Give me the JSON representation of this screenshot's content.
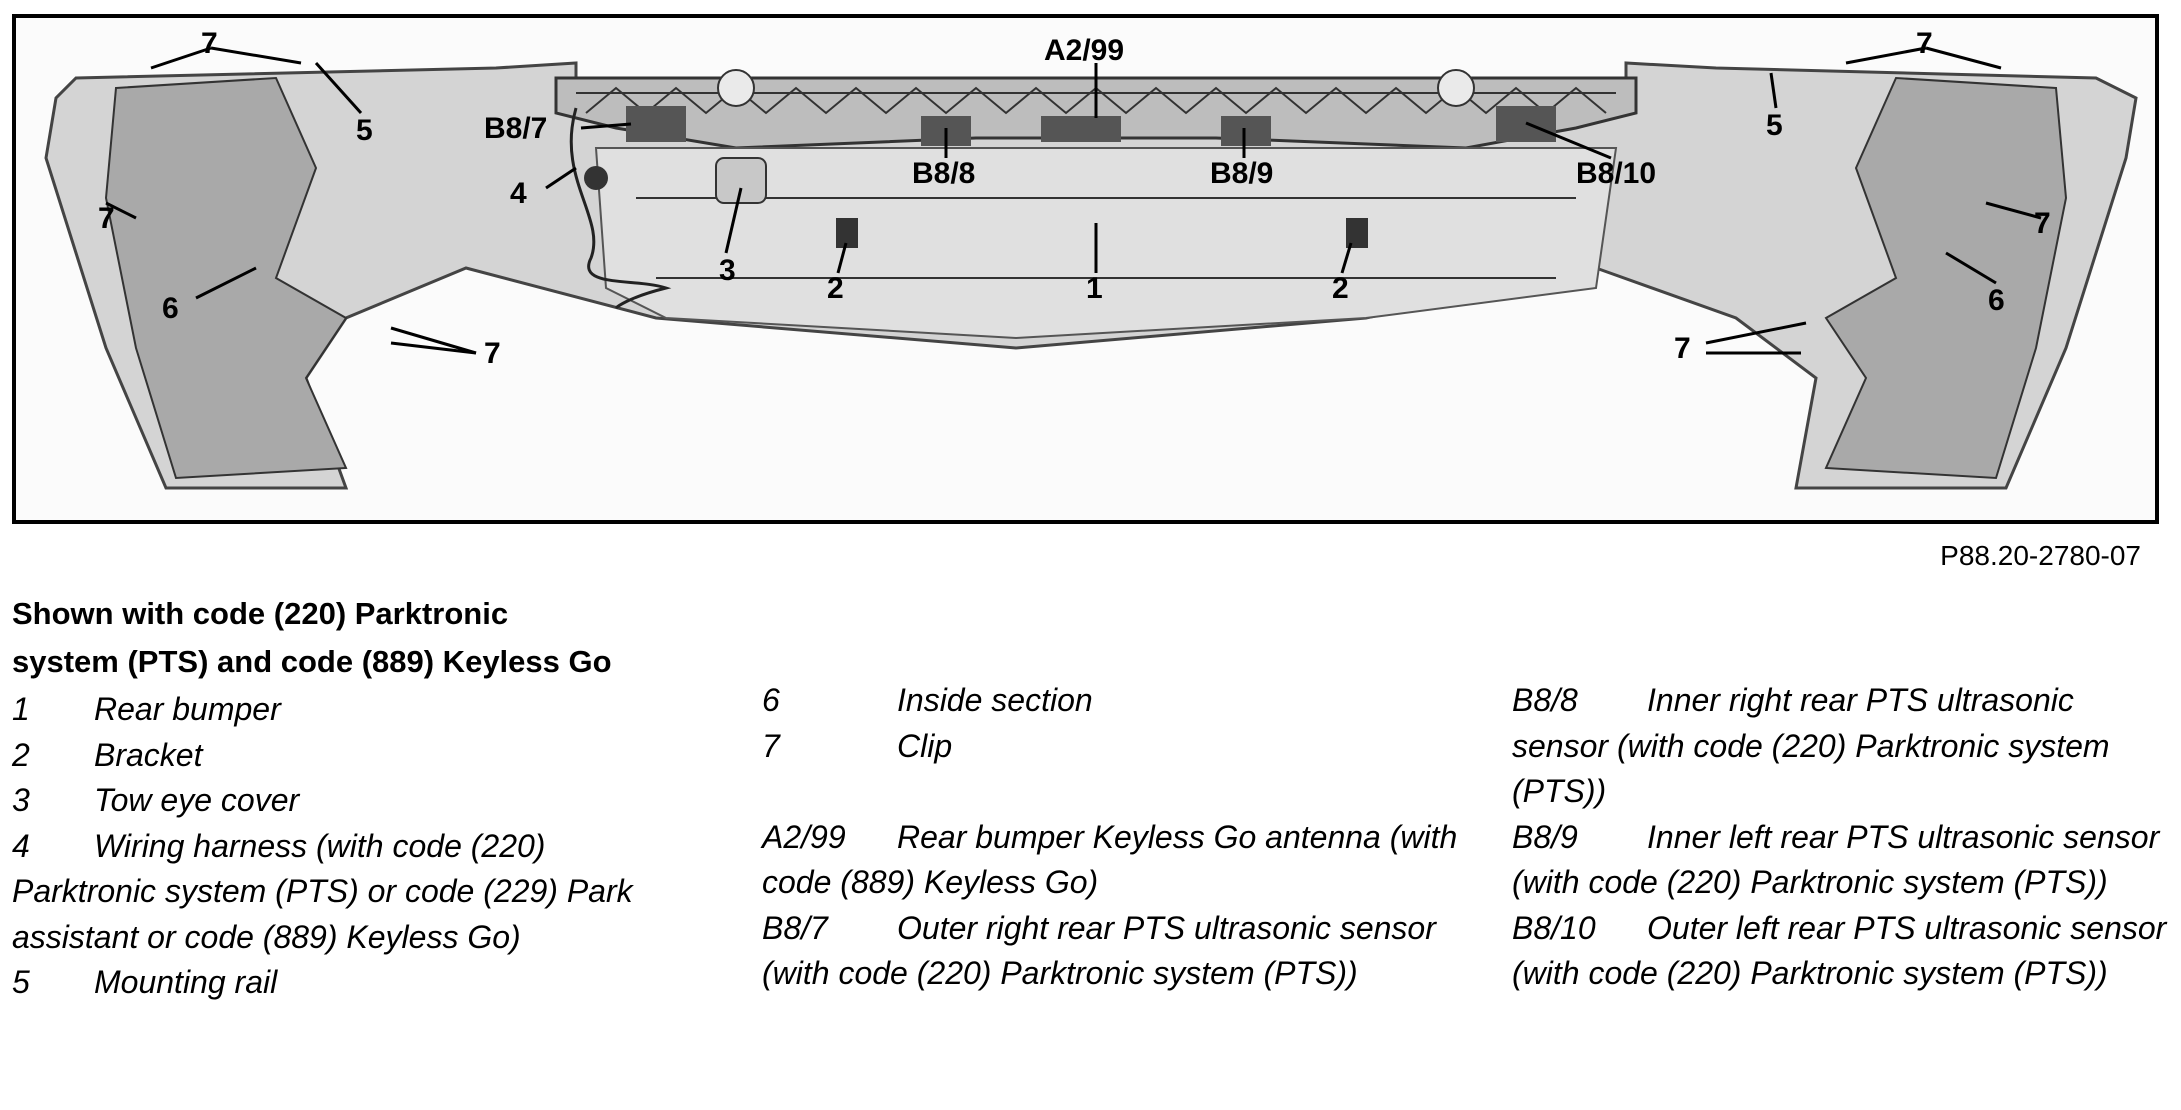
{
  "figure": {
    "figure_code": "P88.20-2780-07",
    "callouts": {
      "c1": "1",
      "c2a": "2",
      "c2b": "2",
      "c3": "3",
      "c4": "4",
      "c5a": "5",
      "c5b": "5",
      "c6a": "6",
      "c6b": "6",
      "c7a": "7",
      "c7b": "7",
      "c7c": "7",
      "c7d": "7",
      "c7e": "7",
      "c7f": "7",
      "a299": "A2/99",
      "b87": "B8/7",
      "b88": "B8/8",
      "b89": "B8/9",
      "b810": "B8/10"
    }
  },
  "legend": {
    "heading": "Shown with code (220) Parktronic system (PTS) and code (889) Keyless Go",
    "items": [
      {
        "code": "1",
        "text": "Rear bumper"
      },
      {
        "code": "2",
        "text": "Bracket"
      },
      {
        "code": "3",
        "text": "Tow eye cover"
      },
      {
        "code": "4",
        "text": "Wiring harness (with code (220) Parktronic system (PTS) or code (229) Park assistant or code (889) Keyless Go)"
      },
      {
        "code": "5",
        "text": "Mounting rail"
      },
      {
        "code": "6",
        "text": "Inside section"
      },
      {
        "code": "7",
        "text": "Clip"
      },
      {
        "code": "A2/99",
        "text": "Rear bumper Keyless Go antenna (with code (889) Keyless Go)"
      },
      {
        "code": "B8/7",
        "text": "Outer right rear PTS ultrasonic sensor (with code (220) Parktronic system (PTS))"
      },
      {
        "code": "B8/8",
        "text": "Inner right rear PTS ultrasonic sensor (with code (220) Parktronic system (PTS))"
      },
      {
        "code": "B8/9",
        "text": "Inner left rear PTS ultrasonic sensor (with code (220) Parktronic system (PTS))"
      },
      {
        "code": "B8/10",
        "text": "Outer left rear PTS ultrasonic sensor (with code (220) Parktronic system (PTS))"
      }
    ]
  }
}
